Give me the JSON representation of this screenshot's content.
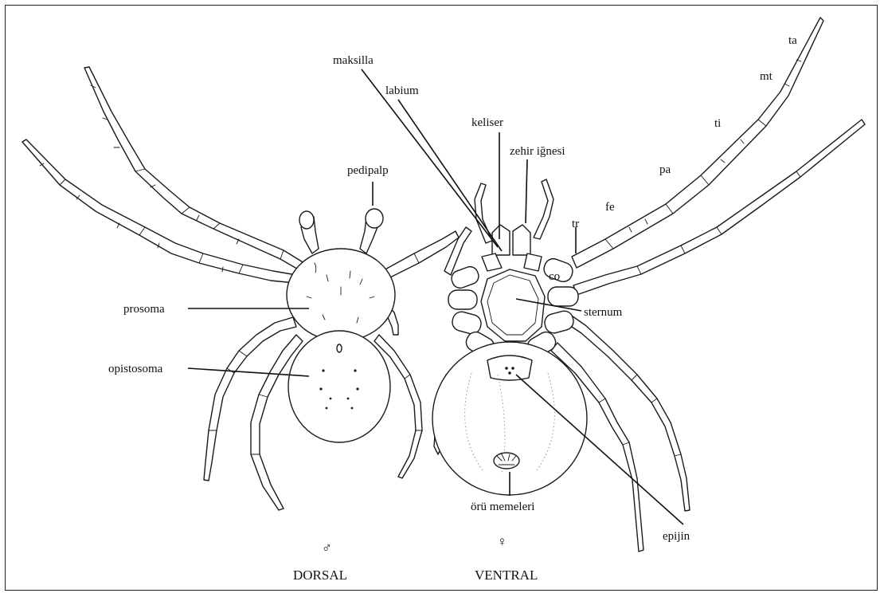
{
  "labels": {
    "maksilla": "maksilla",
    "labium": "labium",
    "keliser": "keliser",
    "zehir_ignesi": "zehir iğnesi",
    "pedipalp": "pedipalp",
    "prosoma": "prosoma",
    "opistosoma": "opistosoma",
    "sternum": "sternum",
    "epijin": "epijin",
    "oru_memeleri": "örü memeleri",
    "ta": "ta",
    "mt": "mt",
    "ti": "ti",
    "pa": "pa",
    "fe": "fe",
    "tr": "tr",
    "co": "co"
  },
  "views": {
    "dorsal": {
      "symbol": "♂",
      "caption": "DORSAL"
    },
    "ventral": {
      "symbol": "♀",
      "caption": "VENTRAL"
    }
  }
}
